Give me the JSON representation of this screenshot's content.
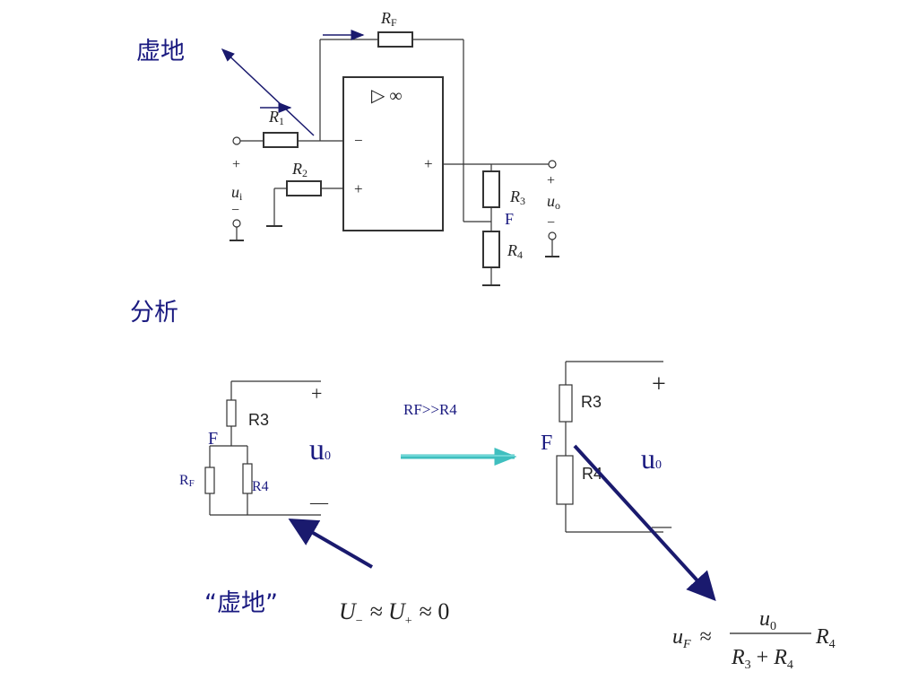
{
  "labels": {
    "virtual_ground_top": "虚地",
    "analysis": "分析",
    "virtual_ground_quoted": "“虚地”",
    "condition": "RF>>R4"
  },
  "top_circuit": {
    "rf": "R",
    "rf_sub": "F",
    "r1": "R",
    "r1_sub": "1",
    "r2": "R",
    "r2_sub": "2",
    "r3": "R",
    "r3_sub": "3",
    "r4": "R",
    "r4_sub": "4",
    "opamp_symbol": "▷ ∞",
    "minus": "−",
    "plus": "+",
    "ui": "u",
    "ui_sub": "i",
    "uo": "u",
    "uo_sub": "o",
    "node_f": "F"
  },
  "left_sub": {
    "r3": "R3",
    "r4": "R4",
    "rf": "R",
    "rf_sub": "F",
    "f": "F",
    "u": "u",
    "u_sub": "0",
    "plus": "+",
    "minus": "—"
  },
  "right_sub": {
    "r3": "R3",
    "r4": "R4",
    "f": "F",
    "u": "u",
    "u_sub": "0",
    "plus": "+",
    "minus": "—"
  },
  "equations": {
    "eq1_u": "U",
    "eq1_minus": "−",
    "eq1_approx": "≈",
    "eq1_plus": "+",
    "eq1_zero": "≈ 0",
    "eq2_uf": "u",
    "eq2_uf_sub": "F",
    "eq2_approx": "≈",
    "eq2_num": "u",
    "eq2_num_sub": "0",
    "eq2_den_r3": "R",
    "eq2_den_r3_sub": "3",
    "eq2_den_plus": "+",
    "eq2_den_r4": "R",
    "eq2_den_r4_sub": "4",
    "eq2_r4": "R",
    "eq2_r4_sub": "4"
  },
  "colors": {
    "label_blue": "#1a1a80",
    "arrow_navy": "#1a1a6e",
    "arrow_teal": "#3fbfbf",
    "line_gray": "#333333"
  }
}
